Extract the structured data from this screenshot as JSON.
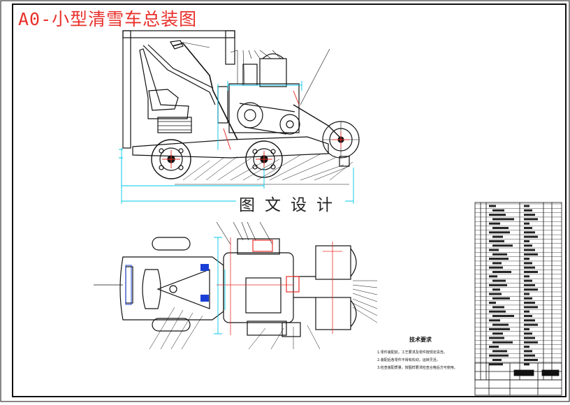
{
  "title": "A0-小型清雪车总装图",
  "watermark": "图文设计",
  "technical_requirements": {
    "heading": "技术要求",
    "items": [
      "1.零件装配前，工艺要求及零件按规定清洗。",
      "2.装配后各零件不得有松动，运转灵活。",
      "3.检查装配质量，按图样要求检查合格后方可使用。"
    ]
  },
  "colors": {
    "line": "#111111",
    "title": "#e8302a",
    "dimension": "#00c8e8",
    "accent_red": "#e8302a",
    "accent_blue": "#1a3fd6",
    "center_line": "#ff3030"
  }
}
